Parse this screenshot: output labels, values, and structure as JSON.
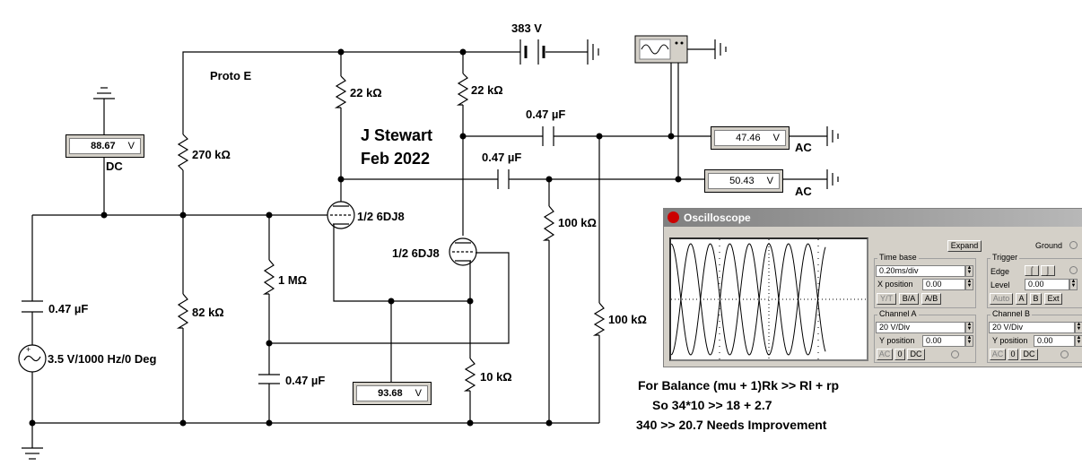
{
  "schematic": {
    "supply_voltage": "383 V",
    "proto_label": "Proto E",
    "author": "J Stewart",
    "date": "Feb 2022",
    "resistors": {
      "r_270k": "270 kΩ",
      "r_82k": "82 kΩ",
      "r_22k_a": "22 kΩ",
      "r_22k_b": "22 kΩ",
      "r_1m": "1 MΩ",
      "r_10k": "10 kΩ",
      "r_100k_a": "100 kΩ",
      "r_100k_b": "100 kΩ"
    },
    "capacitors": {
      "c_in": "0.47 µF",
      "c_grid": "0.47 µF",
      "c_out_top": "0.47 µF",
      "c_out_bottom": "0.47 µF"
    },
    "tubes": {
      "upper": "1/2 6DJ8",
      "lower": "1/2 6DJ8"
    },
    "source": "3.5 V/1000 Hz/0 Deg",
    "meters": {
      "dc_meter": {
        "value": "88.67",
        "unit": "V",
        "mode": "DC"
      },
      "cathode_meter": {
        "value": "93.68",
        "unit": "V"
      },
      "ac_top": {
        "value": "47.46",
        "unit": "V",
        "mode": "AC"
      },
      "ac_bottom": {
        "value": "50.43",
        "unit": "V",
        "mode": "AC"
      }
    },
    "notes": [
      "For Balance (mu + 1)Rk >> Rl + rp",
      "So 34*10 >> 18 + 2.7",
      "340 >> 20.7 Needs Improvement"
    ]
  },
  "oscilloscope": {
    "title": "Oscilloscope",
    "expand_label": "Expand",
    "ground_label": "Ground",
    "timebase": {
      "label": "Time base",
      "value": "0.20ms/div",
      "xpos_label": "X position",
      "xpos_value": "0.00",
      "buttons": [
        "Y/T",
        "B/A",
        "A/B"
      ]
    },
    "trigger": {
      "label": "Trigger",
      "edge_label": "Edge",
      "level_label": "Level",
      "level_value": "0.00",
      "buttons": [
        "Auto",
        "A",
        "B",
        "Ext"
      ]
    },
    "channel_a": {
      "label": "Channel A",
      "value": "20 V/Div",
      "ypos_label": "Y position",
      "ypos_value": "0.00",
      "buttons": [
        "AC",
        "0",
        "DC"
      ]
    },
    "channel_b": {
      "label": "Channel B",
      "value": "20 V/Div",
      "ypos_label": "Y position",
      "ypos_value": "0.00",
      "buttons": [
        "AC",
        "0",
        "DC"
      ]
    }
  }
}
